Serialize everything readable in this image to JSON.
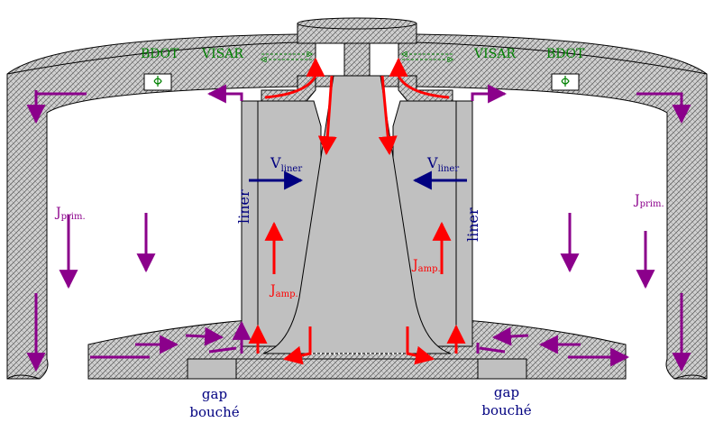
{
  "labels": {
    "bdot_left": "BDOT",
    "visar_left": "VISAR",
    "visar_right": "VISAR",
    "bdot_right": "BDOT",
    "v_liner_left_main": "V",
    "v_liner_left_sub": "liner",
    "v_liner_right_main": "V",
    "v_liner_right_sub": "liner",
    "liner_left": "liner",
    "liner_right": "liner",
    "j_prim_left_main": "J",
    "j_prim_left_sub": "prim.",
    "j_prim_right_main": "J",
    "j_prim_right_sub": "prim.",
    "j_amp_left_main": "J",
    "j_amp_left_sub": "amp.",
    "j_amp_right_main": "J",
    "j_amp_right_sub": "amp.",
    "gap_left_line1": "gap",
    "gap_left_line2": "bouché",
    "gap_right_line1": "gap",
    "gap_right_line2": "bouché"
  },
  "colors": {
    "hatch_fill": "#c8c8c8",
    "hatch_line": "#555555",
    "liner_grey": "#c0c0c0",
    "outline": "#000000",
    "primary_current": "#8b008b",
    "amplified_current": "#ff0000",
    "velocity": "#000080",
    "diagnostics": "#008000",
    "gap_label": "#000080"
  }
}
